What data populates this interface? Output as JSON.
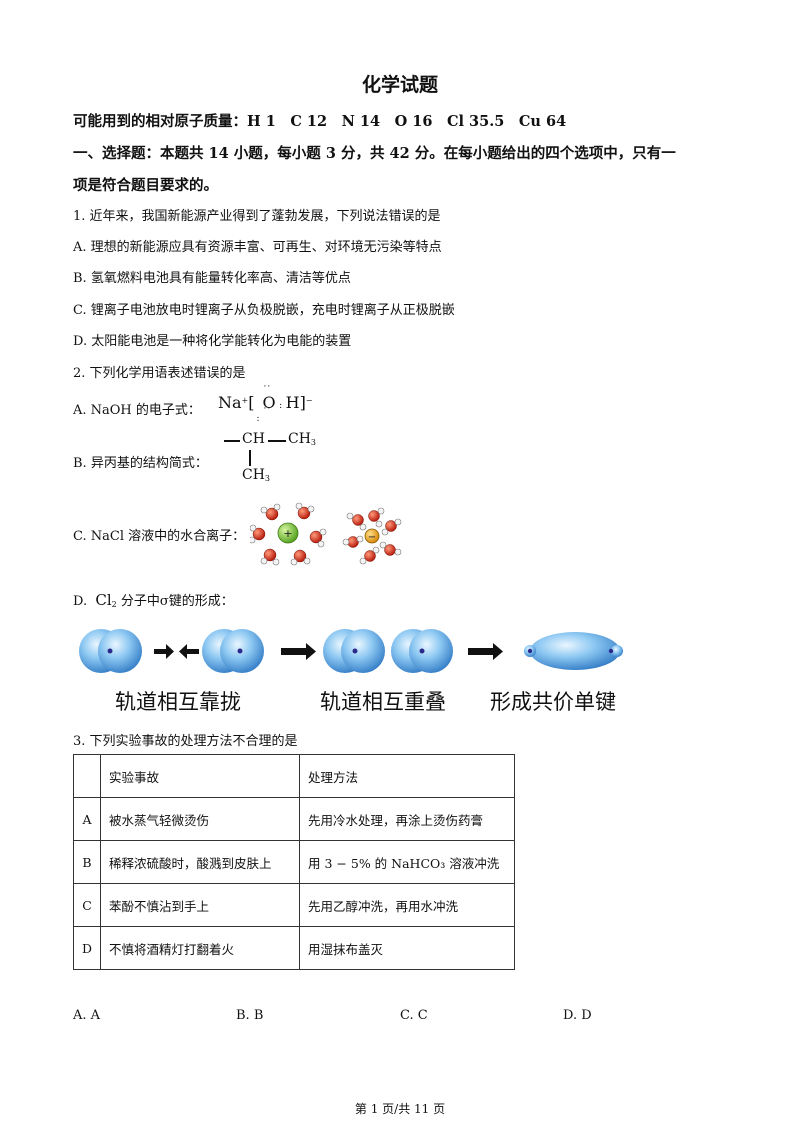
{
  "title": "化学试题",
  "atomic_masses": "可能用到的相对原子质量：H 1　C 12　N 14　O 16　Cl 35.5　Cu 64",
  "section_heading_line1": "一、选择题：本题共 14 小题，每小题 3 分，共 42 分。在每小题给出的四个选项中，只有一",
  "section_heading_line2": "项是符合题目要求的。",
  "q1": {
    "stem": "1. 近年来，我国新能源产业得到了蓬勃发展，下列说法错误的是",
    "A": "A. 理想的新能源应具有资源丰富、可再生、对环境无污染等特点",
    "B": "B. 氢氧燃料电池具有能量转化率高、清洁等优点",
    "C": "C. 锂离子电池放电时锂离子从负极脱嵌，充电时锂离子从正极脱嵌",
    "D": "D. 太阳能电池是一种将化学能转化为电能的装置"
  },
  "q2": {
    "stem": "2. 下列化学用语表述错误的是",
    "A_label": "A. NaOH 的电子式：",
    "A_na": "Na",
    "A_na_charge": "+",
    "A_open": "[",
    "A_o": "O",
    "A_h": "H",
    "A_close": "]",
    "A_minus": "−",
    "B_label": "B. 异丙基的结构简式：",
    "B_ch": "CH",
    "B_ch3": "CH",
    "B_three": "3",
    "C_label": "C. NaCl 溶液中的水合离子：",
    "D_label_prefix": "D.",
    "D_cl": "Cl",
    "D_two": "2",
    "D_label_suffix": "分子中σ键的形成：",
    "captions": [
      "轨道相互靠拢",
      "轨道相互重叠",
      "形成共价单键"
    ]
  },
  "q3": {
    "stem": "3. 下列实验事故的处理方法不合理的是",
    "header": [
      "",
      "实验事故",
      "处理方法"
    ],
    "rows": [
      [
        "A",
        "被水蒸气轻微烫伤",
        "先用冷水处理，再涂上烫伤药膏"
      ],
      [
        "B",
        "稀释浓硫酸时，酸溅到皮肤上",
        "用 3 − 5% 的 NaHCO₃ 溶液冲洗"
      ],
      [
        "C",
        "苯酚不慎沾到手上",
        "先用乙醇冲洗，再用水冲洗"
      ],
      [
        "D",
        "不慎将酒精灯打翻着火",
        "用湿抹布盖灭"
      ]
    ],
    "options": [
      "A. A",
      "B. B",
      "C. C",
      "D. D"
    ]
  },
  "footer": "第 1 页/共 11 页"
}
